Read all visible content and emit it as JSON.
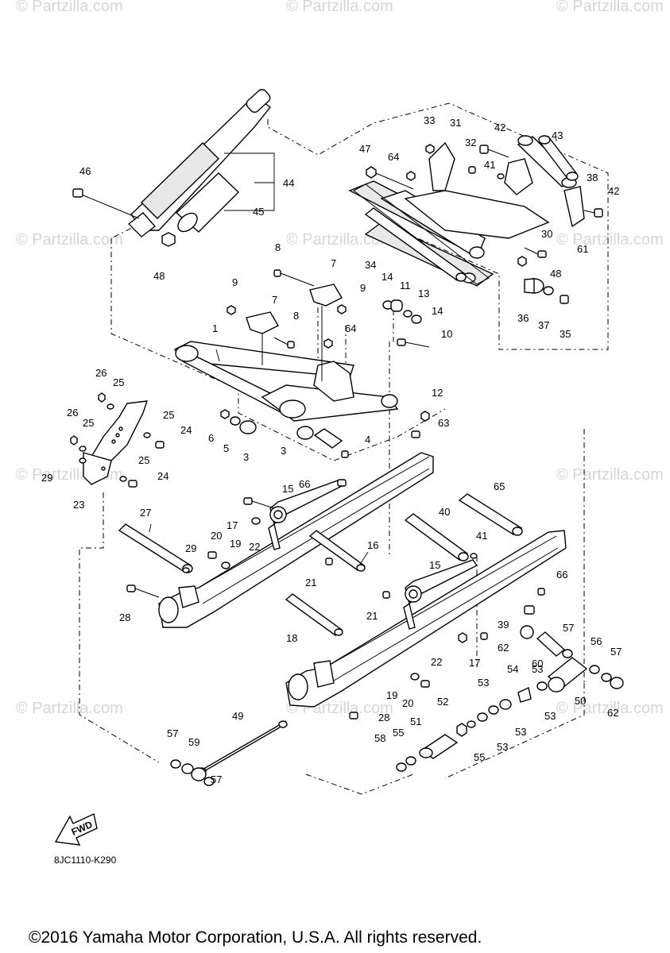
{
  "watermark": "© Partzilla.com",
  "diagram_code": "8JC1110-K290",
  "fwd_label": "FWD",
  "copyright": "©2016 Yamaha Motor Corporation, U.S.A. All rights reserved.",
  "callouts": [
    "1",
    "3",
    "3",
    "4",
    "5",
    "6",
    "7",
    "7",
    "8",
    "8",
    "9",
    "9",
    "10",
    "11",
    "12",
    "13",
    "14",
    "14",
    "15",
    "15",
    "16",
    "17",
    "17",
    "18",
    "19",
    "19",
    "20",
    "20",
    "21",
    "21",
    "22",
    "22",
    "23",
    "24",
    "24",
    "25",
    "25",
    "25",
    "25",
    "26",
    "26",
    "27",
    "28",
    "28",
    "29",
    "29",
    "30",
    "31",
    "32",
    "33",
    "34",
    "35",
    "36",
    "37",
    "38",
    "39",
    "40",
    "41",
    "41",
    "42",
    "42",
    "43",
    "44",
    "45",
    "46",
    "47",
    "48",
    "48",
    "49",
    "50",
    "51",
    "52",
    "53",
    "53",
    "53",
    "53",
    "53",
    "54",
    "55",
    "55",
    "56",
    "57",
    "57",
    "57",
    "57",
    "58",
    "59",
    "60",
    "61",
    "62",
    "62",
    "63",
    "64",
    "64",
    "65",
    "66",
    "66"
  ]
}
